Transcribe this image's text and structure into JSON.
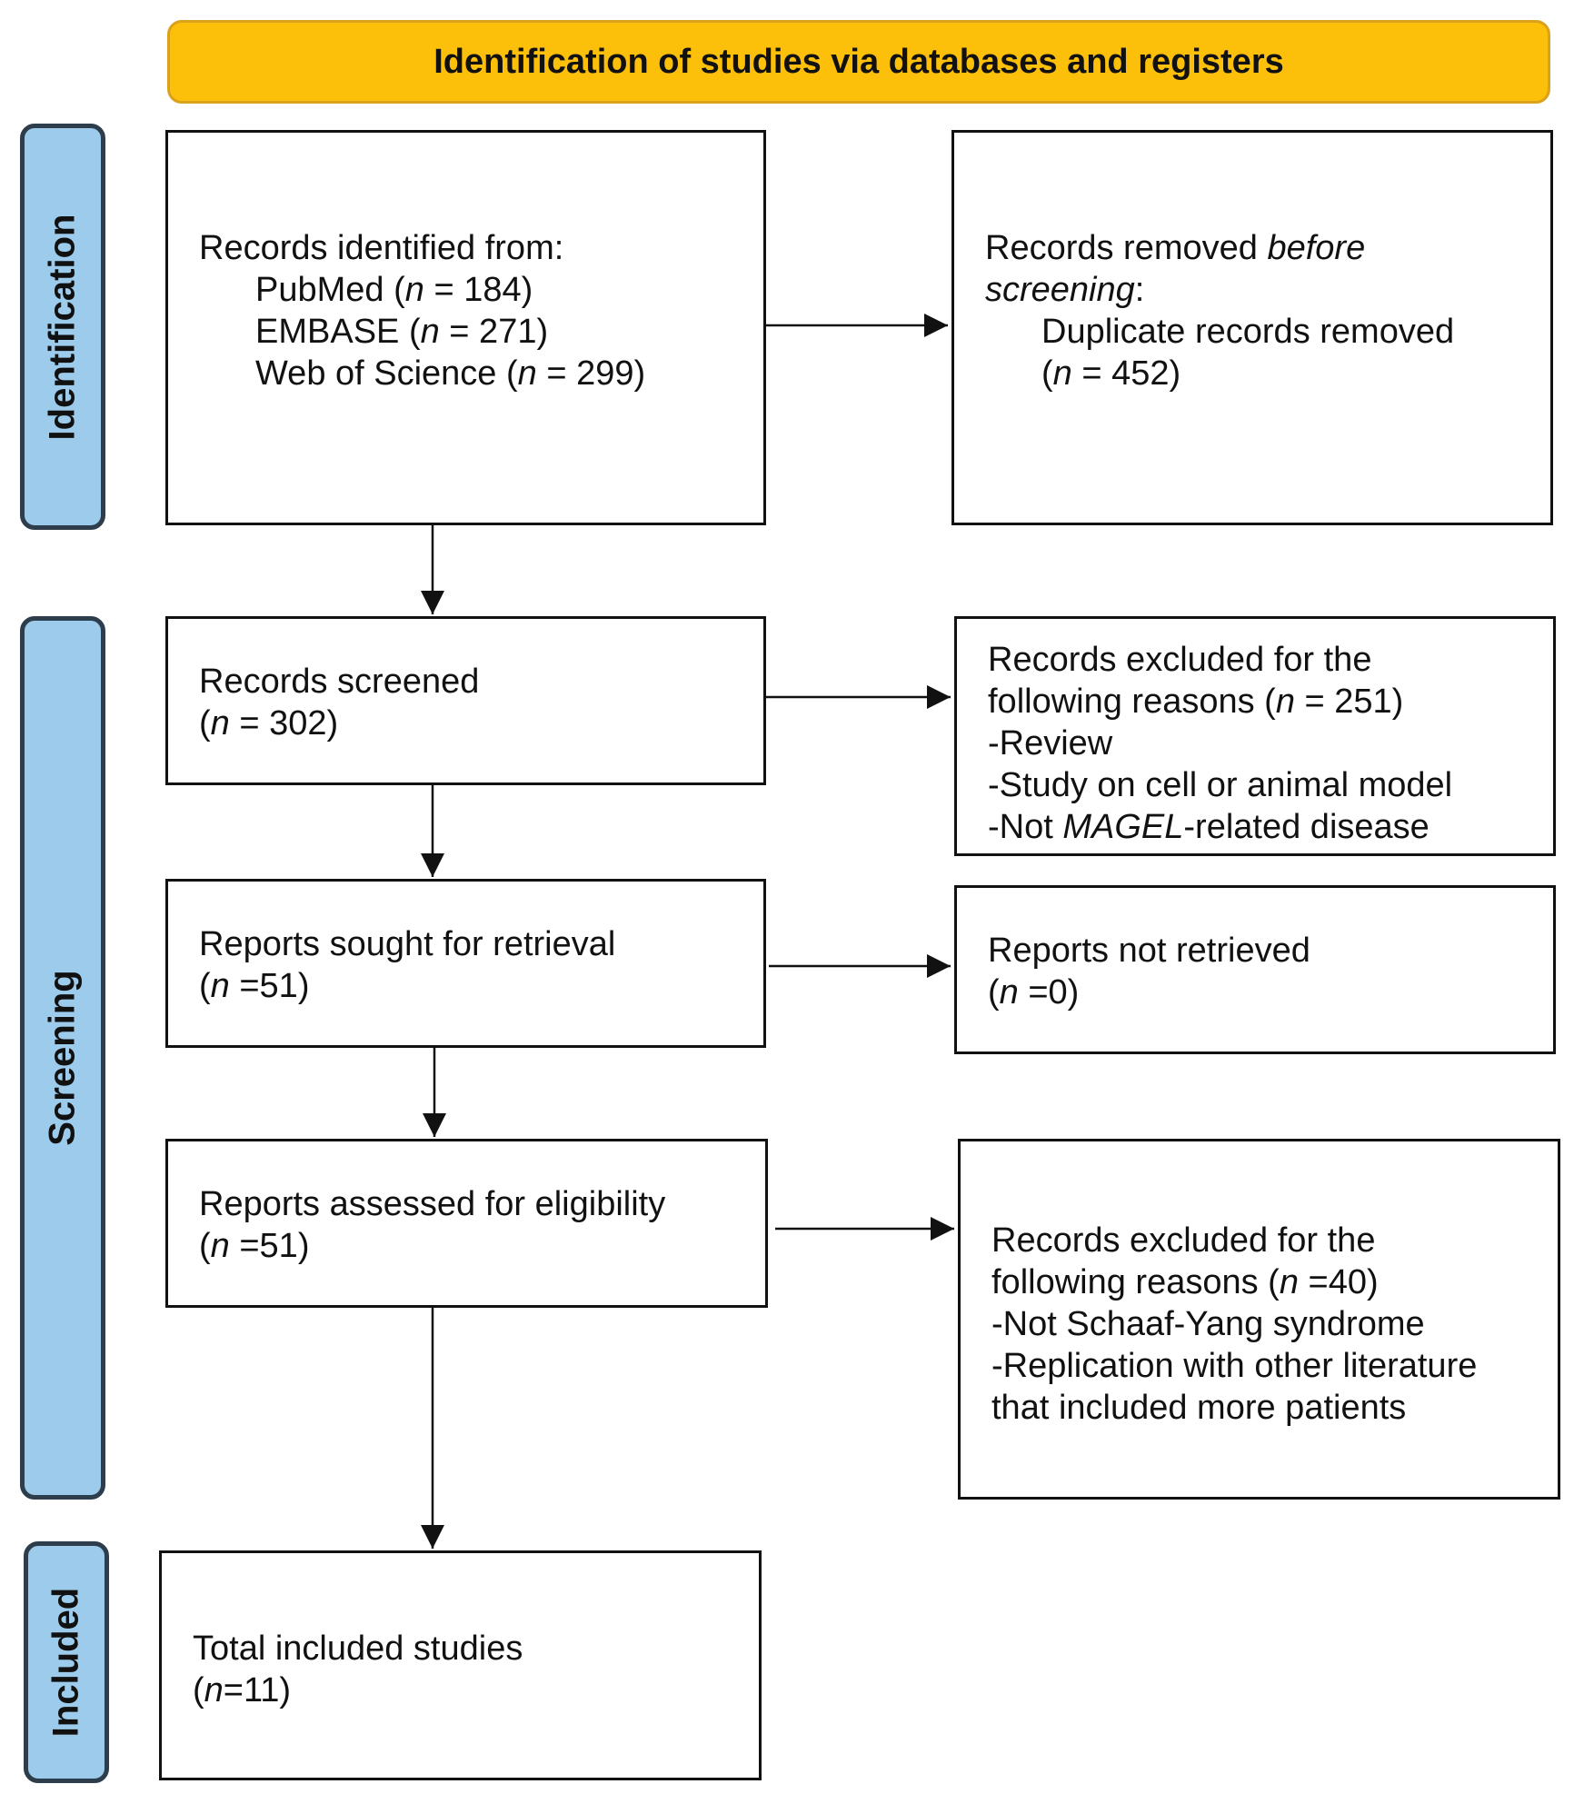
{
  "header": {
    "title": "Identification of studies via databases and registers"
  },
  "phases": {
    "identification": "Identification",
    "screening": "Screening",
    "included": "Included"
  },
  "boxes": {
    "identified": {
      "title": "Records identified from:",
      "pubmed_name": "PubMed (",
      "pubmed_n": "n",
      "pubmed_value": " = 184)",
      "embase_name": "EMBASE (",
      "embase_n": "n",
      "embase_value": " = 271)",
      "wos_name": "Web of Science (",
      "wos_n": "n",
      "wos_value": " = 299)"
    },
    "removed": {
      "line1_a": "Records removed ",
      "line1_b": "before",
      "line2_a": "screening",
      "line2_b": ":",
      "line3": "Duplicate records removed",
      "line4_a": "(",
      "line4_n": "n",
      "line4_b": " = 452)"
    },
    "screened": {
      "line1": "Records screened",
      "line2_a": "(",
      "line2_n": "n",
      "line2_b": " = 302)"
    },
    "excluded1": {
      "line1": "Records excluded for the",
      "line2_a": "following reasons (",
      "line2_n": "n",
      "line2_b": " = 251)",
      "reason1": "-Review",
      "reason2": "-Study on cell or animal model",
      "reason3_a": "-Not ",
      "reason3_b": "MAGEL",
      "reason3_c": "-related disease"
    },
    "sought": {
      "line1": "Reports sought for retrieval",
      "line2_a": "(",
      "line2_n": "n",
      "line2_b": " =51)"
    },
    "not_retrieved": {
      "line1": "Reports not retrieved",
      "line2_a": "(",
      "line2_n": "n",
      "line2_b": " =0)"
    },
    "assessed": {
      "line1": "Reports assessed for eligibility",
      "line2_a": "(",
      "line2_n": "n",
      "line2_b": " =51)"
    },
    "excluded2": {
      "line1": "Records excluded for the",
      "line2_a": "following reasons (",
      "line2_n": "n",
      "line2_b": " =40)",
      "reason1": "-Not Schaaf-Yang syndrome",
      "reason2": "-Replication with other literature",
      "reason3": "that included more patients"
    },
    "included": {
      "line1": "Total included studies",
      "line2_a": "(",
      "line2_n": "n",
      "line2_b": "=11)"
    }
  },
  "colors": {
    "header_fill": "#fcbf0a",
    "phase_fill": "#9ccbec",
    "phase_border": "#2d3d4b",
    "box_border": "#111111"
  }
}
